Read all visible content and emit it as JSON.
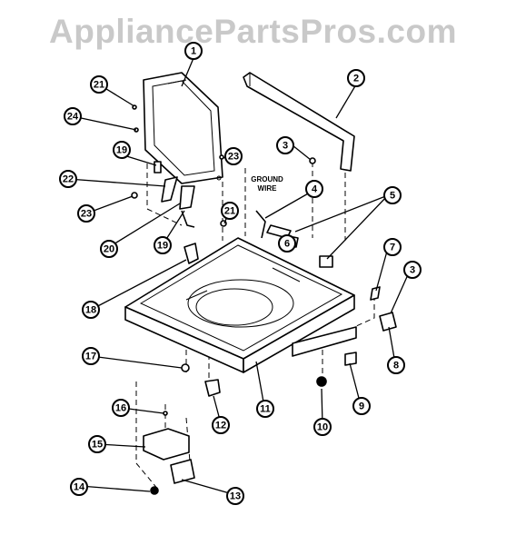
{
  "watermark": "AppliancePartsPros.com",
  "ground_wire_label": [
    "GROUND",
    "WIRE"
  ],
  "callouts": [
    {
      "num": "1"
    },
    {
      "num": "2"
    },
    {
      "num": "3"
    },
    {
      "num": "4"
    },
    {
      "num": "5"
    },
    {
      "num": "6"
    },
    {
      "num": "7"
    },
    {
      "num": "3"
    },
    {
      "num": "8"
    },
    {
      "num": "9"
    },
    {
      "num": "10"
    },
    {
      "num": "11"
    },
    {
      "num": "12"
    },
    {
      "num": "13"
    },
    {
      "num": "14"
    },
    {
      "num": "15"
    },
    {
      "num": "16"
    },
    {
      "num": "17"
    },
    {
      "num": "18"
    },
    {
      "num": "19"
    },
    {
      "num": "20"
    },
    {
      "num": "21"
    },
    {
      "num": "19"
    },
    {
      "num": "22"
    },
    {
      "num": "23"
    },
    {
      "num": "24"
    },
    {
      "num": "21"
    },
    {
      "num": "23"
    }
  ]
}
